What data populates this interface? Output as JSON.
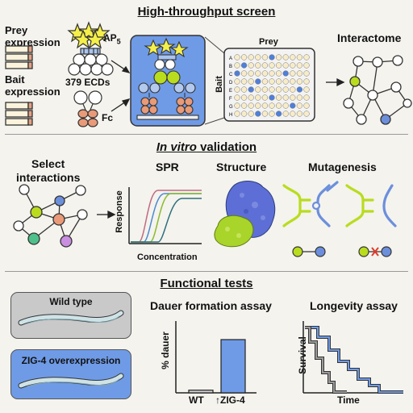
{
  "sections": {
    "screen_title": "High-throughput screen",
    "validation_title_italic": "In vitro",
    "validation_title_rest": " validation",
    "functional_title": "Functional tests"
  },
  "screen": {
    "prey_expression": "Prey\nexpression",
    "bait_expression": "Bait\nexpression",
    "ap5": "AP",
    "ap5_sub": "5",
    "ecds": "379 ECDs",
    "fc": "Fc",
    "plate_prey": "Prey",
    "plate_bait": "Bait",
    "plate_rows": [
      "A",
      "B",
      "C",
      "D",
      "E",
      "F",
      "G",
      "H"
    ],
    "interactome": "Interactome"
  },
  "validation": {
    "select": "Select\ninteractions",
    "spr": "SPR",
    "structure": "Structure",
    "mutagenesis": "Mutagenesis",
    "response": "Response",
    "concentration": "Concentration"
  },
  "functional": {
    "wild_type": "Wild type",
    "overexpression": "ZIG-4 overexpression",
    "dauer_title": "Dauer formation assay",
    "dauer_ylabel": "% dauer",
    "longevity_title": "Longevity assay",
    "survival": "Survival",
    "time": "Time"
  },
  "chart_data": {
    "type": "bar",
    "categories": [
      "WT",
      "↑ZIG-4"
    ],
    "values": [
      0.05,
      1.0
    ],
    "ylabel": "% dauer",
    "colors": [
      "#cfcfcf",
      "#6f9be6"
    ]
  },
  "colors": {
    "background": "#f4f3ee",
    "panel_blue": "#6f9be6",
    "lime": "#b9dc1e",
    "ligand_blue": "#6c8fdc",
    "orange": "#e99a78",
    "yellow_star": "#f5ef4a",
    "plate_well": "#f8ecc8",
    "plate_hit": "#4f7fd8"
  }
}
